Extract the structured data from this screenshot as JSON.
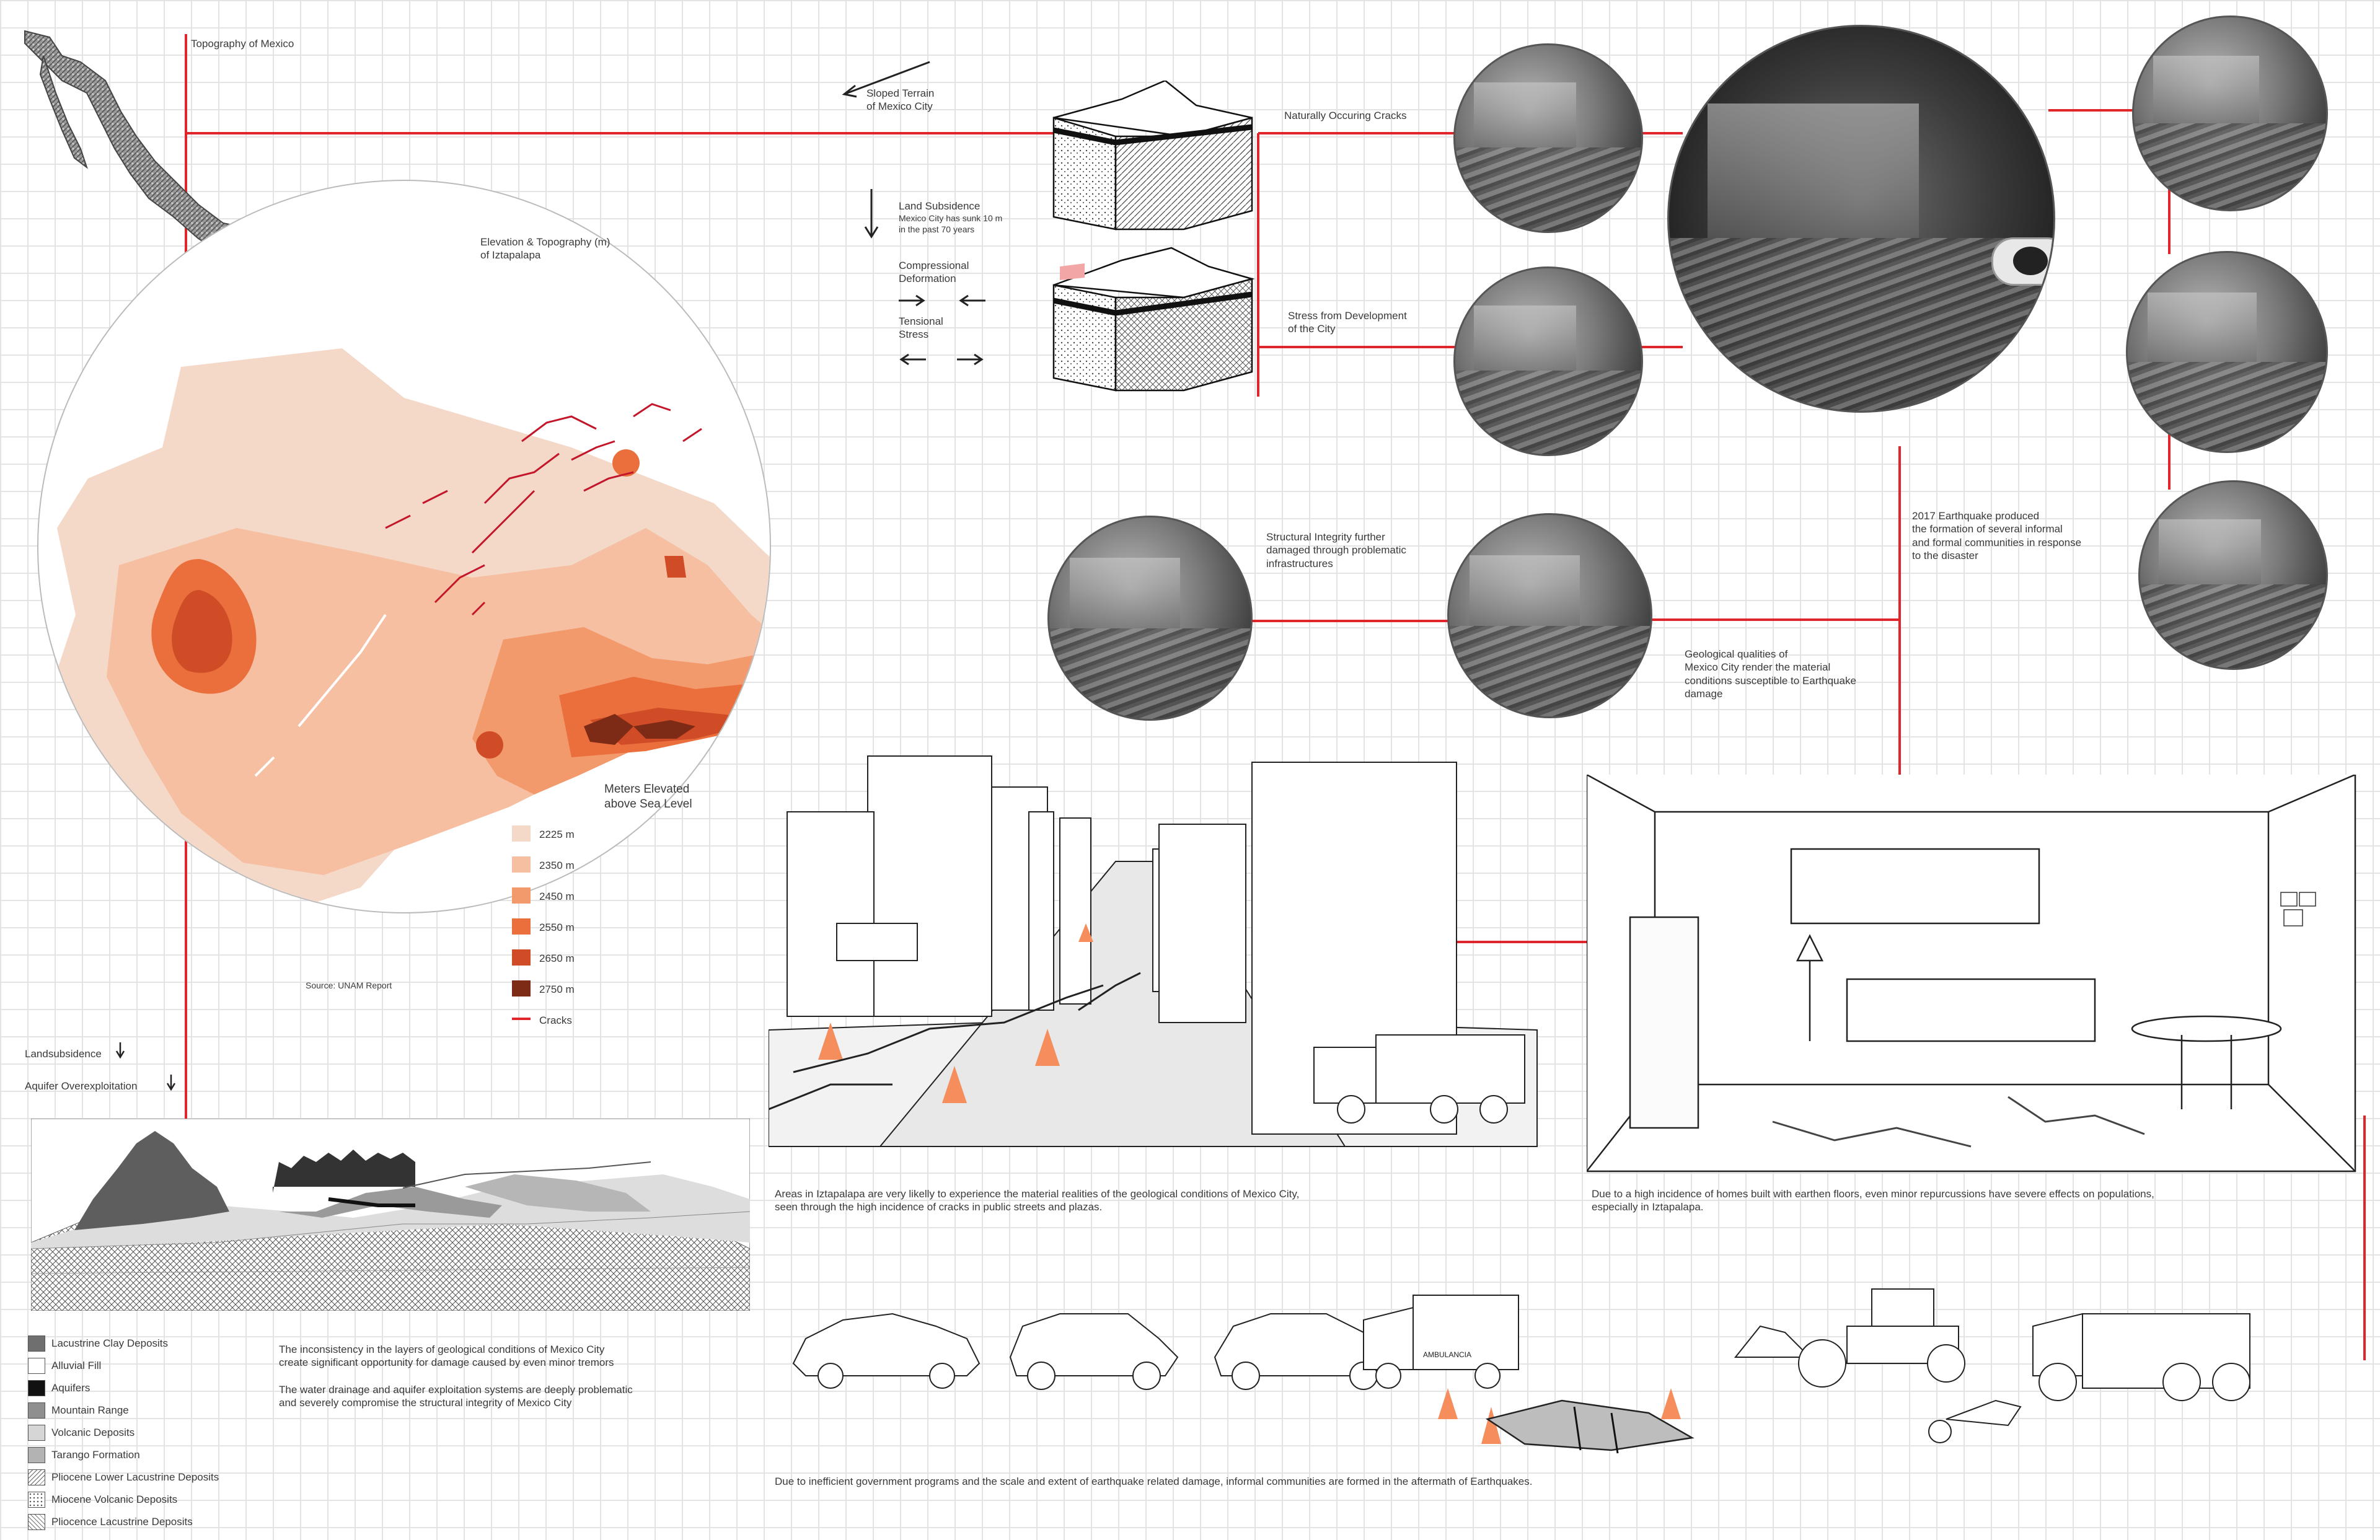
{
  "colors": {
    "accent_red": "#e0262b",
    "elevation_2225": "#f4d8c8",
    "elevation_2350": "#f6bfa1",
    "elevation_2450": "#f29a6c",
    "elevation_2550": "#ea6f3c",
    "elevation_2650": "#cf4c27",
    "elevation_2750": "#7d2a16",
    "cone_orange": "#f58d5c"
  },
  "map": {
    "mexico_title": "Topography of Mexico",
    "elevation_title": "Elevation & Topography (m)\nof Iztapalapa",
    "legend_title": "Meters Elevated\nabove Sea Level",
    "source": "Source: UNAM Report",
    "elevation_legend": [
      {
        "label": "2225 m",
        "color": "#f4d8c8"
      },
      {
        "label": "2350 m",
        "color": "#f6bfa1"
      },
      {
        "label": "2450 m",
        "color": "#f29a6c"
      },
      {
        "label": "2550 m",
        "color": "#ea6f3c"
      },
      {
        "label": "2650 m",
        "color": "#cf4c27"
      },
      {
        "label": "2750 m",
        "color": "#7d2a16"
      }
    ],
    "cracks_label": "Cracks"
  },
  "geology": {
    "sloped_terrain": "Sloped Terrain\nof Mexico City",
    "land_subsidence": "Land Subsidence",
    "subsidence_note": "Mexico City has sunk 10 m\nin the past 70 years",
    "compressional": "Compressional\nDeformation",
    "tensional": "Tensional\nStress",
    "landsubsidence_label": "Landsubsidence",
    "aquifer_label": "Aquifer Overexploitation"
  },
  "photos": {
    "naturally_occuring": "Naturally Occuring Cracks",
    "stress_development": "Stress from Development\nof the City",
    "structural_integrity": "Structural Integrity further\ndamaged through problematic\ninfrastructures",
    "geological_qualities": "Geological qualities of\nMexico City render the material\nconditions susceptible to Earthquake\ndamage",
    "earthquake_2017": "2017 Earthquake produced\nthe formation of several informal\nand formal communities in response\nto the disaster"
  },
  "strata_legend": [
    {
      "label": "Lacustrine Clay Deposits",
      "fill": "#6f6f6f",
      "pattern": "solid"
    },
    {
      "label": "Alluvial Fill",
      "fill": "#ffffff",
      "pattern": "solid"
    },
    {
      "label": "Aquifers",
      "fill": "#111111",
      "pattern": "solid"
    },
    {
      "label": "Mountain Range",
      "fill": "#8f8f8f",
      "pattern": "solid"
    },
    {
      "label": "Volcanic Deposits",
      "fill": "#d6d6d6",
      "pattern": "solid"
    },
    {
      "label": "Tarango Formation",
      "fill": "#b3b3b3",
      "pattern": "solid"
    },
    {
      "label": "Pliocene Lower Lacustrine Deposits",
      "fill": "#ffffff",
      "pattern": "hatch"
    },
    {
      "label": "Miocene Volcanic Deposits",
      "fill": "#ffffff",
      "pattern": "dots"
    },
    {
      "label": "Pliocence Lacustrine Deposits",
      "fill": "#ffffff",
      "pattern": "cross"
    }
  ],
  "captions": {
    "strata_p1": "The inconsistency in the layers of geological conditions of Mexico City\ncreate significant opportunity for damage caused by even minor tremors",
    "strata_p2": "The water drainage and aquifer exploitation systems are deeply problematic\nand severely compromise the structural integrity of Mexico City",
    "street": "Areas in Iztapalapa are very likelly to experience the material realities of the geological conditions of Mexico City,\nseen through the high incidence of cracks in public streets and plazas.",
    "interior": "Due to a high incidence of homes built with earthen floors, even minor repurcussions have severe effects on populations,\nespecially in Iztapalapa.",
    "bottom": "Due to inefficient government programs and the scale and extent of earthquake related damage, informal communities are formed in the aftermath of Earthquakes."
  },
  "vehicle_marks": {
    "ambulance": "AMBULANCIA"
  }
}
